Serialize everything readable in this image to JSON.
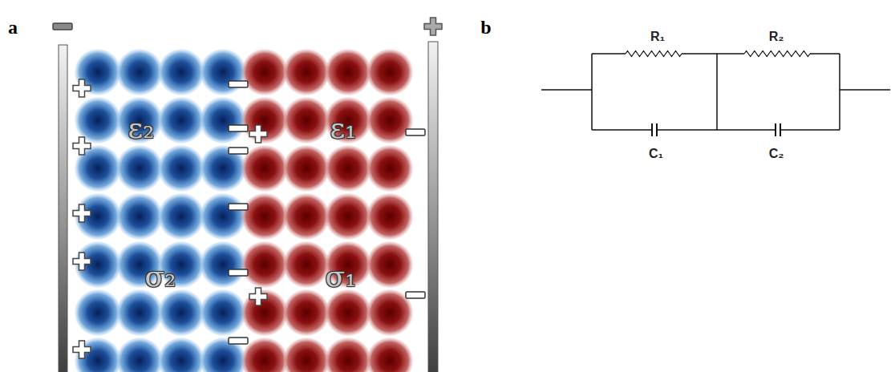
{
  "diagram": {
    "labels": [
      "a",
      "b",
      "ε₂",
      "σ₂",
      "ε₁",
      "σ₁",
      "R₁",
      "R₂",
      "C₁",
      "C₂"
    ]
  }
}
